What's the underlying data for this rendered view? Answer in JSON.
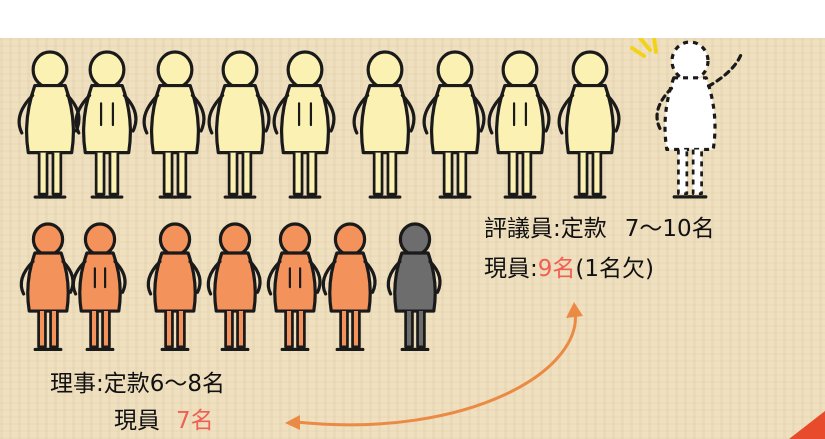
{
  "colors": {
    "council_fill": "#fbf1b2",
    "board_fill": "#f4925c",
    "absent_fill": "#6d6d6d",
    "vacant_fill": "#ffffff",
    "highlight": "#ef5f54",
    "arrow": "#ea8a45",
    "accent_corner": "#e74b2b",
    "sparkle": "#f3d21c"
  },
  "council": {
    "label_prefix": "評議員:定款",
    "label_range": "7〜10名",
    "current_prefix": "現員:",
    "current_value": "9名",
    "current_note": "(1名欠)",
    "member_count": 9,
    "vacant_count": 1
  },
  "board": {
    "label": "理事:定款6〜8名",
    "current_prefix": "現員",
    "current_value": "7名",
    "member_count": 7,
    "absent_count": 1
  }
}
